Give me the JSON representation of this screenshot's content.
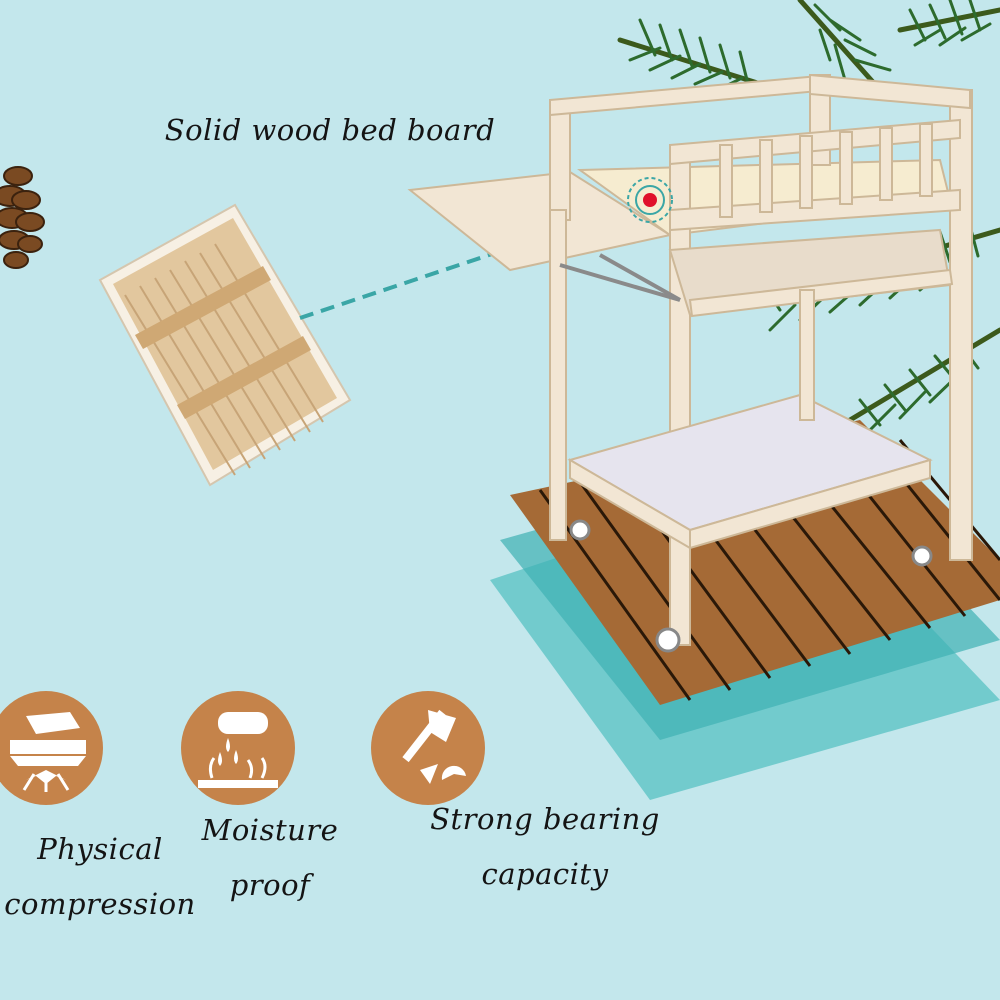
{
  "headline": "Solid wood bed board",
  "features": [
    {
      "icon": "compression-icon",
      "label": "Physical compression"
    },
    {
      "icon": "water-drop-icon",
      "label": "Moisture proof"
    },
    {
      "icon": "axe-icon",
      "label": "Strong bearing capacity"
    }
  ],
  "colors": {
    "background": "#c3e7ec",
    "icon_fill": "#c5834a",
    "pointer": "#3aa6a6",
    "marker": "#e0102a",
    "wood": "#e9d7bd",
    "deck": "#a56a36"
  }
}
